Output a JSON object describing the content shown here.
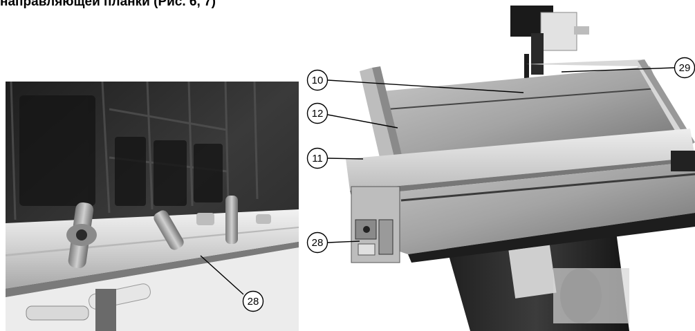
{
  "heading": "направляющей планки (Рис. 6, 7)",
  "callouts": {
    "left_28": "28",
    "right_10": "10",
    "right_12": "12",
    "right_11": "11",
    "right_28": "28",
    "right_29": "29"
  },
  "colors": {
    "ink": "#000000",
    "cast_iron_dark": "#2c2c2c",
    "aluminum_light": "#d8d8d8",
    "table_mid": "#9a9a9a"
  }
}
